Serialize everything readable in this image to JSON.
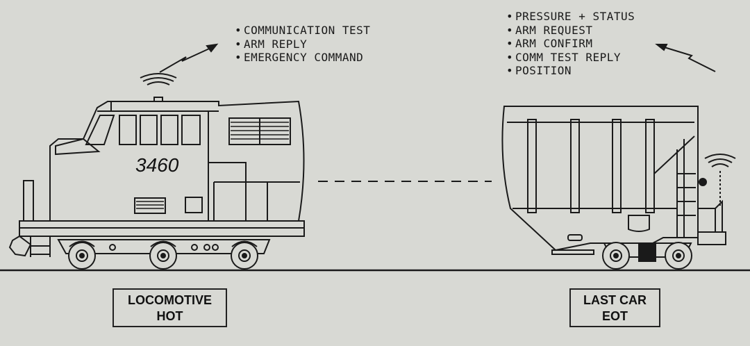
{
  "locomotive": {
    "number": "3460",
    "label_line1": "LOCOMOTIVE",
    "label_line2": "HOT",
    "messages": [
      "COMMUNICATION TEST",
      "ARM REPLY",
      "EMERGENCY COMMAND"
    ]
  },
  "last_car": {
    "label_line1": "LAST CAR",
    "label_line2": "EOT",
    "messages": [
      "PRESSURE + STATUS",
      "ARM REQUEST",
      "ARM CONFIRM",
      "COMM TEST REPLY",
      "POSITION"
    ]
  },
  "colors": {
    "background": "#d8d9d4",
    "line": "#1a1a1a"
  }
}
